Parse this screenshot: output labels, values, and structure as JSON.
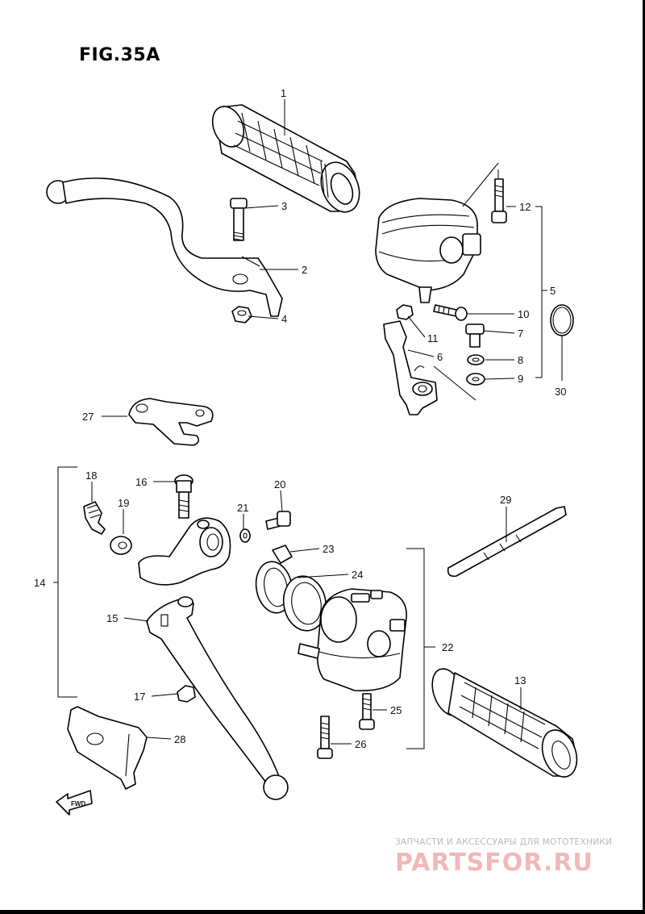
{
  "figure": {
    "title": "FIG.35A"
  },
  "callouts": [
    {
      "id": "c1",
      "text": "1"
    },
    {
      "id": "c2",
      "text": "2"
    },
    {
      "id": "c3",
      "text": "3"
    },
    {
      "id": "c4",
      "text": "4"
    },
    {
      "id": "c5",
      "text": "5"
    },
    {
      "id": "c6",
      "text": "6"
    },
    {
      "id": "c7",
      "text": "7"
    },
    {
      "id": "c8",
      "text": "8"
    },
    {
      "id": "c9",
      "text": "9"
    },
    {
      "id": "c10",
      "text": "10"
    },
    {
      "id": "c11",
      "text": "11"
    },
    {
      "id": "c12",
      "text": "12"
    },
    {
      "id": "c13",
      "text": "13"
    },
    {
      "id": "c14",
      "text": "14"
    },
    {
      "id": "c15",
      "text": "15"
    },
    {
      "id": "c16",
      "text": "16"
    },
    {
      "id": "c17",
      "text": "17"
    },
    {
      "id": "c18",
      "text": "18"
    },
    {
      "id": "c19",
      "text": "19"
    },
    {
      "id": "c20",
      "text": "20"
    },
    {
      "id": "c21",
      "text": "21"
    },
    {
      "id": "c22",
      "text": "22"
    },
    {
      "id": "c23",
      "text": "23"
    },
    {
      "id": "c24",
      "text": "24"
    },
    {
      "id": "c25",
      "text": "25"
    },
    {
      "id": "c26",
      "text": "26"
    },
    {
      "id": "c27",
      "text": "27"
    },
    {
      "id": "c28",
      "text": "28"
    },
    {
      "id": "c29",
      "text": "29"
    },
    {
      "id": "c30",
      "text": "30"
    }
  ],
  "fwd_badge": {
    "text": "FWD"
  },
  "watermark": {
    "subtitle": "ЗАПЧАСТИ И АКСЕССУАРЫ ДЛЯ МОТОТЕХНИКИ",
    "logo": "PARTSFOR.RU",
    "color": "#f0b8b8"
  }
}
